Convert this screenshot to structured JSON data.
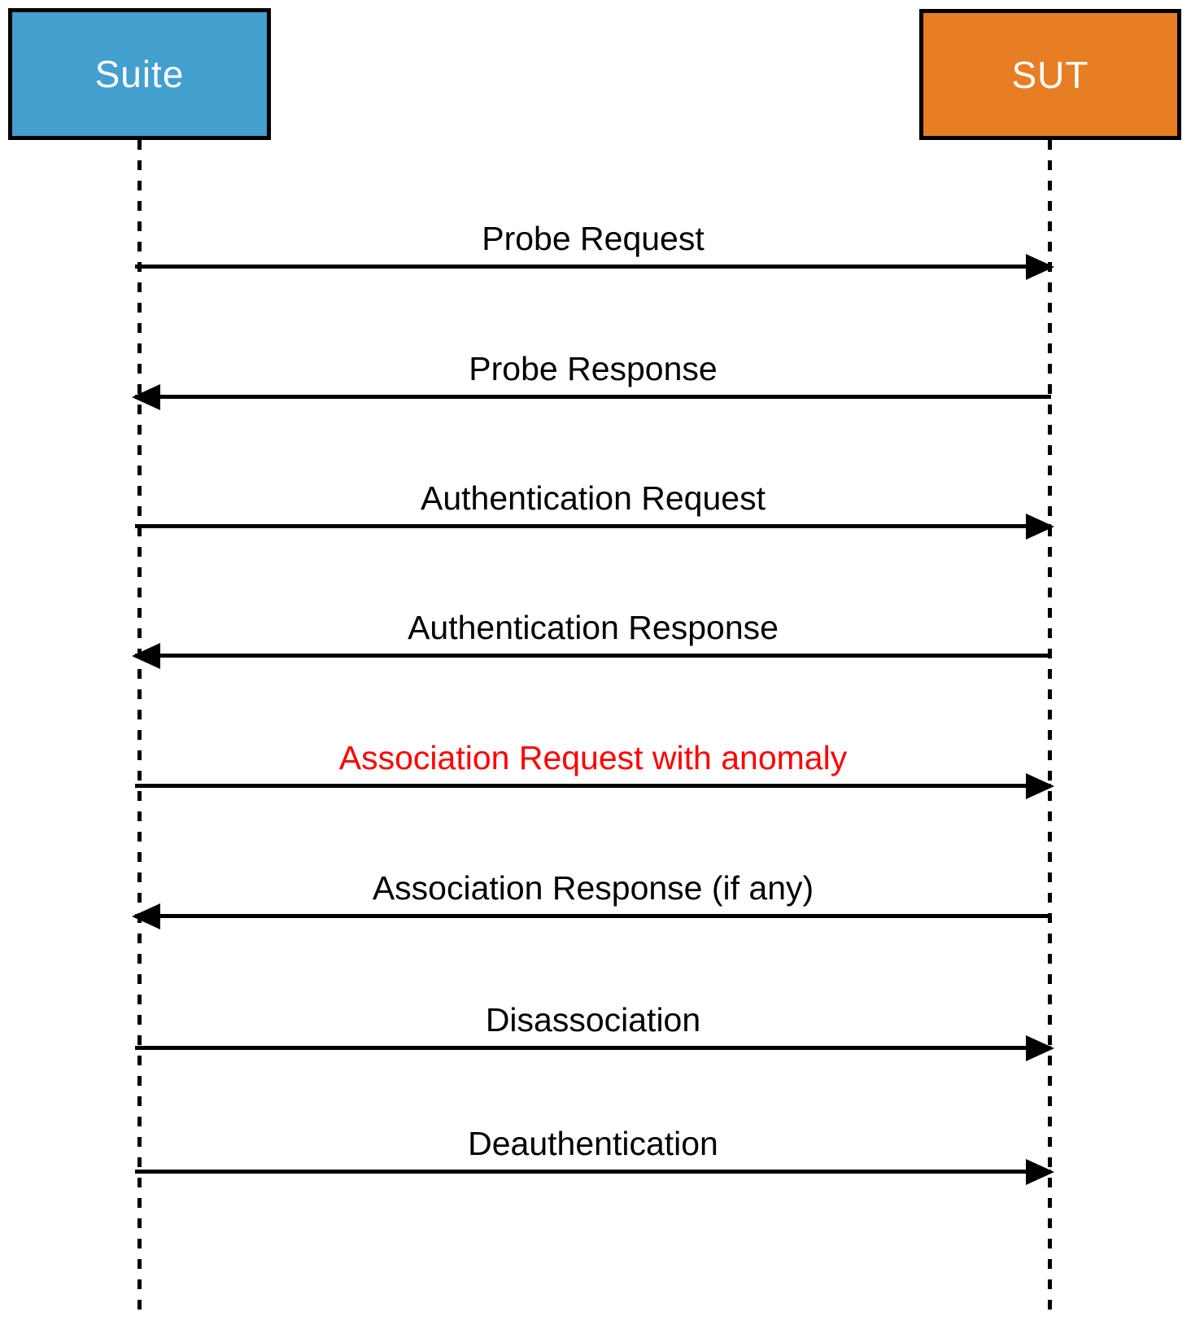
{
  "actors": [
    {
      "label": "Suite",
      "color": "#429FCE",
      "text_color": "#FFFFFF"
    },
    {
      "label": "SUT",
      "color": "#E87E23",
      "text_color": "#FFFFFF"
    }
  ],
  "messages": [
    {
      "label": "Probe Request",
      "from": "Suite",
      "to": "SUT",
      "direction": "right",
      "color": "#000000"
    },
    {
      "label": "Probe Response",
      "from": "SUT",
      "to": "Suite",
      "direction": "left",
      "color": "#000000"
    },
    {
      "label": "Authentication Request",
      "from": "Suite",
      "to": "SUT",
      "direction": "right",
      "color": "#000000"
    },
    {
      "label": "Authentication Response",
      "from": "SUT",
      "to": "Suite",
      "direction": "left",
      "color": "#000000"
    },
    {
      "label": "Association Request with anomaly",
      "from": "Suite",
      "to": "SUT",
      "direction": "right",
      "color": "#FF0000"
    },
    {
      "label": "Association Response (if any)",
      "from": "SUT",
      "to": "Suite",
      "direction": "left",
      "color": "#000000"
    },
    {
      "label": "Disassociation",
      "from": "Suite",
      "to": "SUT",
      "direction": "right",
      "color": "#000000"
    },
    {
      "label": "Deauthentication",
      "from": "Suite",
      "to": "SUT",
      "direction": "right",
      "color": "#000000"
    }
  ],
  "colors": {
    "line": "#000000",
    "anomaly": "#FF0000",
    "background": "#FFFFFF"
  }
}
